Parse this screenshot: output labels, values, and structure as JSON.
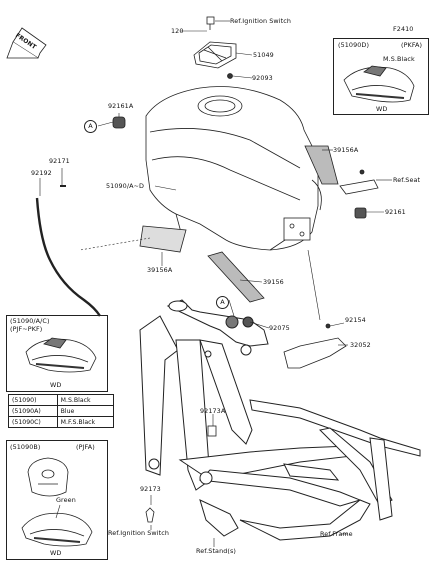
{
  "figure_code": "F2410",
  "front_label": "FRONT",
  "parts": {
    "p120": "120",
    "p51049": "51049",
    "p92093": "92093",
    "p92161a": "92161A",
    "p92171": "92171",
    "p92192": "92192",
    "p51090": "51090/A~D",
    "p39156a_top": "39156A",
    "p39156a_bottom": "39156A",
    "p39156": "39156",
    "p92161": "92161",
    "p92075": "92075",
    "p92154": "92154",
    "p32052": "32052",
    "p92173a": "92173A",
    "p92173": "92173"
  },
  "references": {
    "ign_top": "Ref.Ignition Switch",
    "seat": "Ref.Seat",
    "ign_bottom": "Ref.Ignition Switch",
    "stand": "Ref.Stand(s)",
    "frame": "Ref.Frame"
  },
  "callouts": {
    "a_left": "A",
    "a_mid": "A"
  },
  "inset_top_right": {
    "code": "(51090D)",
    "variant": "(PKFA)",
    "color": "M.S.Black",
    "footer": "WD"
  },
  "inset_left": {
    "code": "(51090/A/C)",
    "variant": "(PJF~PKF)",
    "footer": "WD"
  },
  "color_table": [
    {
      "code": "(51090)",
      "color": "M.S.Black"
    },
    {
      "code": "(51090A)",
      "color": "Blue"
    },
    {
      "code": "(51090C)",
      "color": "M.F.S.Black"
    }
  ],
  "inset_bottom_left": {
    "code": "(51090B)",
    "variant": "(PJFA)",
    "color": "Green",
    "footer": "WD"
  }
}
